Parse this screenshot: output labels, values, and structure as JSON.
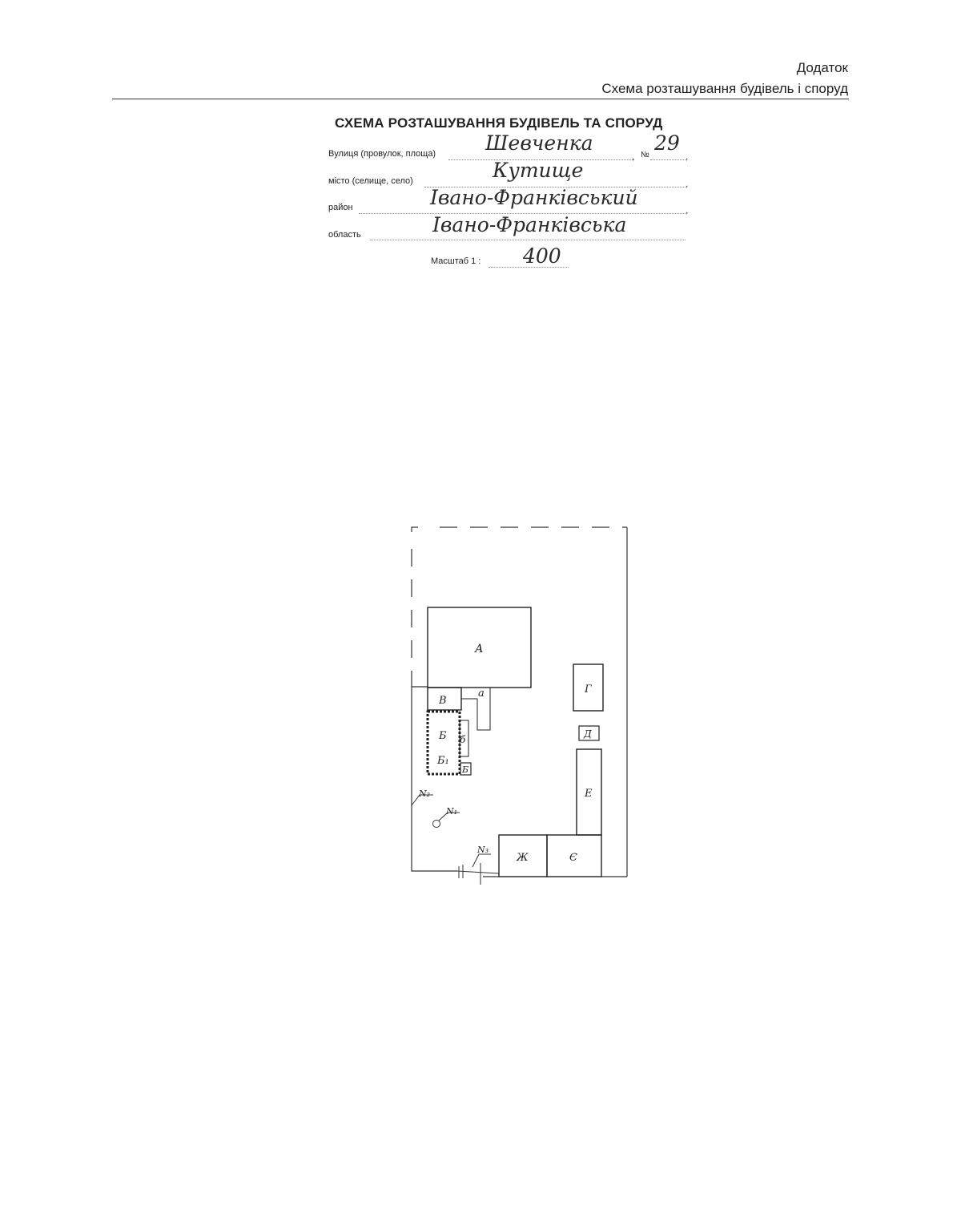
{
  "header": {
    "appendix_label": "Додаток",
    "appendix_subtitle": "Схема розташування будівель і споруд"
  },
  "form": {
    "title": "СХЕМА РОЗТАШУВАННЯ БУДІВЕЛЬ ТА СПОРУД",
    "street_label": "Вулиця (провулок, площа)",
    "street_value": "Шевченка",
    "number_label": "№",
    "number_value": "29",
    "city_label": "місто (селище, село)",
    "city_value": "Кутище",
    "district_label": "район",
    "district_value": "Івано-Франківський",
    "region_label": "область",
    "region_value": "Івано-Франківська",
    "scale_label": "Масштаб 1 :",
    "scale_value": "400"
  },
  "plan": {
    "buildings": {
      "A": "А",
      "a": "а",
      "V": "В",
      "B": "Б",
      "B1": "Б₁",
      "b": "б",
      "B_small": "Б",
      "G": "Г",
      "D": "Д",
      "E": "Е",
      "Ye": "Є",
      "Zh": "Ж"
    },
    "markers": {
      "n1": "N₁",
      "n2": "N₂",
      "n3": "N₃"
    }
  }
}
